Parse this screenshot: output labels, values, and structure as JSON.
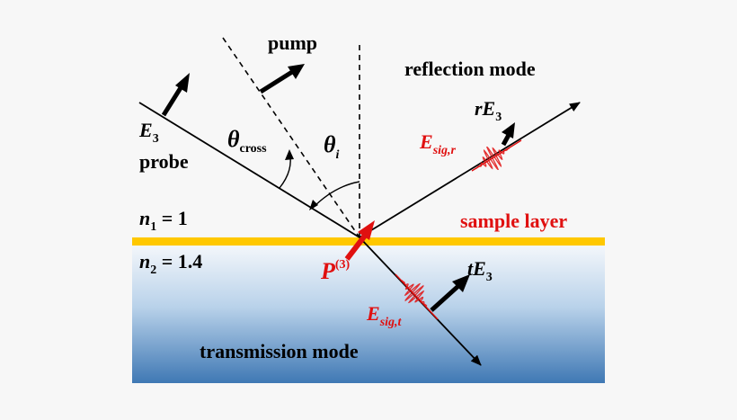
{
  "colors": {
    "background": "#f7f7f7",
    "sample_layer": "#ffc800",
    "signal": "#e01010",
    "substrate_top": "#f4f7fb",
    "substrate_bottom": "#3f78b4"
  },
  "labels": {
    "pump": "pump",
    "reflection_mode": "reflection mode",
    "transmission_mode": "transmission mode",
    "sample_layer": "sample layer",
    "probe": "probe",
    "e3": {
      "main": "E",
      "sub": "3"
    },
    "re3": {
      "main": "rE",
      "sub": "3"
    },
    "te3": {
      "main": "tE",
      "sub": "3"
    },
    "esig_r": {
      "main": "E",
      "sub": "sig,r"
    },
    "esig_t": {
      "main": "E",
      "sub": "sig,t"
    },
    "p3": {
      "main": "P",
      "sup": "(3)"
    },
    "theta_cross": {
      "main": "θ",
      "sub": "cross"
    },
    "theta_i": {
      "main": "θ",
      "sub": "i"
    },
    "n1": {
      "main": "n",
      "sub": "1",
      "rest": " = 1"
    },
    "n2": {
      "main": "n",
      "sub": "2",
      "rest": " = 1.4"
    }
  }
}
